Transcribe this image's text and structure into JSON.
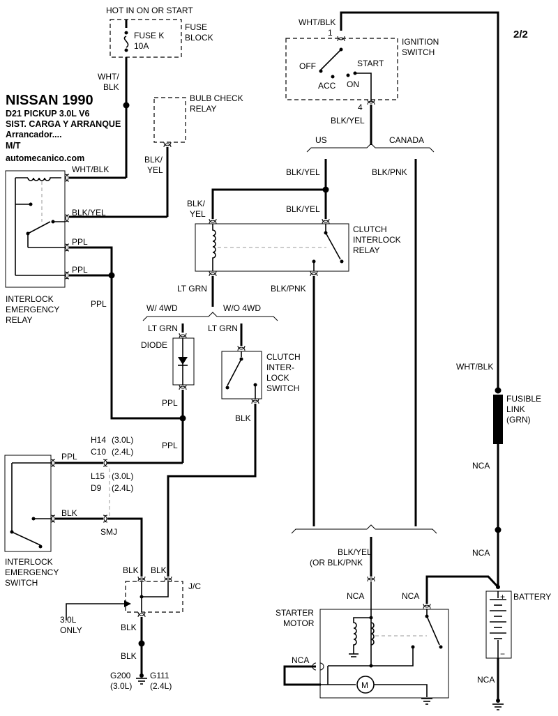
{
  "title": {
    "main": "NISSAN 1990",
    "model": "D21 PICKUP  3.0L  V6",
    "system": "SIST. CARGA Y ARRANQUE",
    "subsystem": "Arrancador....",
    "trans": "M/T",
    "site": "automecanico.com"
  },
  "page_number": "2/2",
  "labels": {
    "hot_in_on_or_start": "HOT IN ON OR START",
    "fuse_k": "FUSE K",
    "fuse_10a": "10A",
    "fuse_block_1": "FUSE",
    "fuse_block_2": "BLOCK",
    "wht_blk_1": "WHT/",
    "wht_blk_2": "BLK",
    "bulb_check_1": "BULB CHECK",
    "bulb_check_2": "RELAY",
    "blk_1": "BLK/",
    "yel_1": "YEL",
    "wht_blk_relay": "WHT/BLK",
    "blk_yel_relay": "BLK/YEL",
    "ppl_a": "PPL",
    "ppl_b": "PPL",
    "ppl_c": "PPL",
    "interlock_relay_1": "INTERLOCK",
    "interlock_relay_2": "EMERGENCY",
    "interlock_relay_3": "RELAY",
    "wht_blk_ign": "WHT/BLK",
    "term_1": "1",
    "ign_switch_1": "IGNITION",
    "ign_switch_2": "SWITCH",
    "off": "OFF",
    "start": "START",
    "acc": "ACC",
    "on": "ON",
    "term_4": "4",
    "blk_yel_ign": "BLK/YEL",
    "us": "US",
    "canada": "CANADA",
    "blk_yel_us": "BLK/YEL",
    "blk_pnk_ca": "BLK/PNK",
    "blk_2": "BLK/",
    "yel_2": "YEL",
    "blk_yel_clutch": "BLK/YEL",
    "clutch_relay_1": "CLUTCH",
    "clutch_relay_2": "INTERLOCK",
    "clutch_relay_3": "RELAY",
    "lt_grn_main": "LT GRN",
    "blk_pnk_main": "BLK/PNK",
    "w_4wd": "W/ 4WD",
    "wo_4wd": "W/O 4WD",
    "lt_grn_diode": "LT GRN",
    "lt_grn_switch": "LT GRN",
    "diode": "DIODE",
    "clutch_sw_1": "CLUTCH",
    "clutch_sw_2": "INTER-",
    "clutch_sw_3": "LOCK",
    "clutch_sw_4": "SWITCH",
    "ppl_d": "PPL",
    "blk_sw": "BLK",
    "ppl_e": "PPL",
    "h14": "H14",
    "h14_v": "(3.0L)",
    "c10": "C10",
    "c10_v": "(2.4L)",
    "l15": "L15",
    "l15_v": "(3.0L)",
    "d9": "D9",
    "d9_v": "(2.4L)",
    "ppl_f": "PPL",
    "blk_f": "BLK",
    "smj": "SMJ",
    "interlock_sw_1": "INTERLOCK",
    "interlock_sw_2": "EMERGENCY",
    "interlock_sw_3": "SWITCH",
    "blk_jc_l": "BLK",
    "blk_jc_r": "BLK",
    "jc": "J/C",
    "only_1": "3.0L",
    "only_2": "ONLY",
    "blk_g1": "BLK",
    "blk_g2": "BLK",
    "g200": "G200",
    "g200_v": "(3.0L)",
    "g111": "G111",
    "g111_v": "(2.4L)",
    "wht_blk_fl": "WHT/BLK",
    "fusible_1": "FUSIBLE",
    "fusible_2": "LINK",
    "fusible_3": "(GRN)",
    "nca_1": "NCA",
    "nca_2": "NCA",
    "blk_yel_st": "BLK/YEL",
    "or_blk_pnk": "(OR BLK/PNK",
    "nca_3": "NCA",
    "nca_4": "NCA",
    "battery": "BATTERY",
    "starter_1": "STARTER",
    "starter_2": "MOTOR",
    "nca_5": "NCA",
    "nca_6": "NCA",
    "motor": "M",
    "plus": "+",
    "minus": "−"
  }
}
